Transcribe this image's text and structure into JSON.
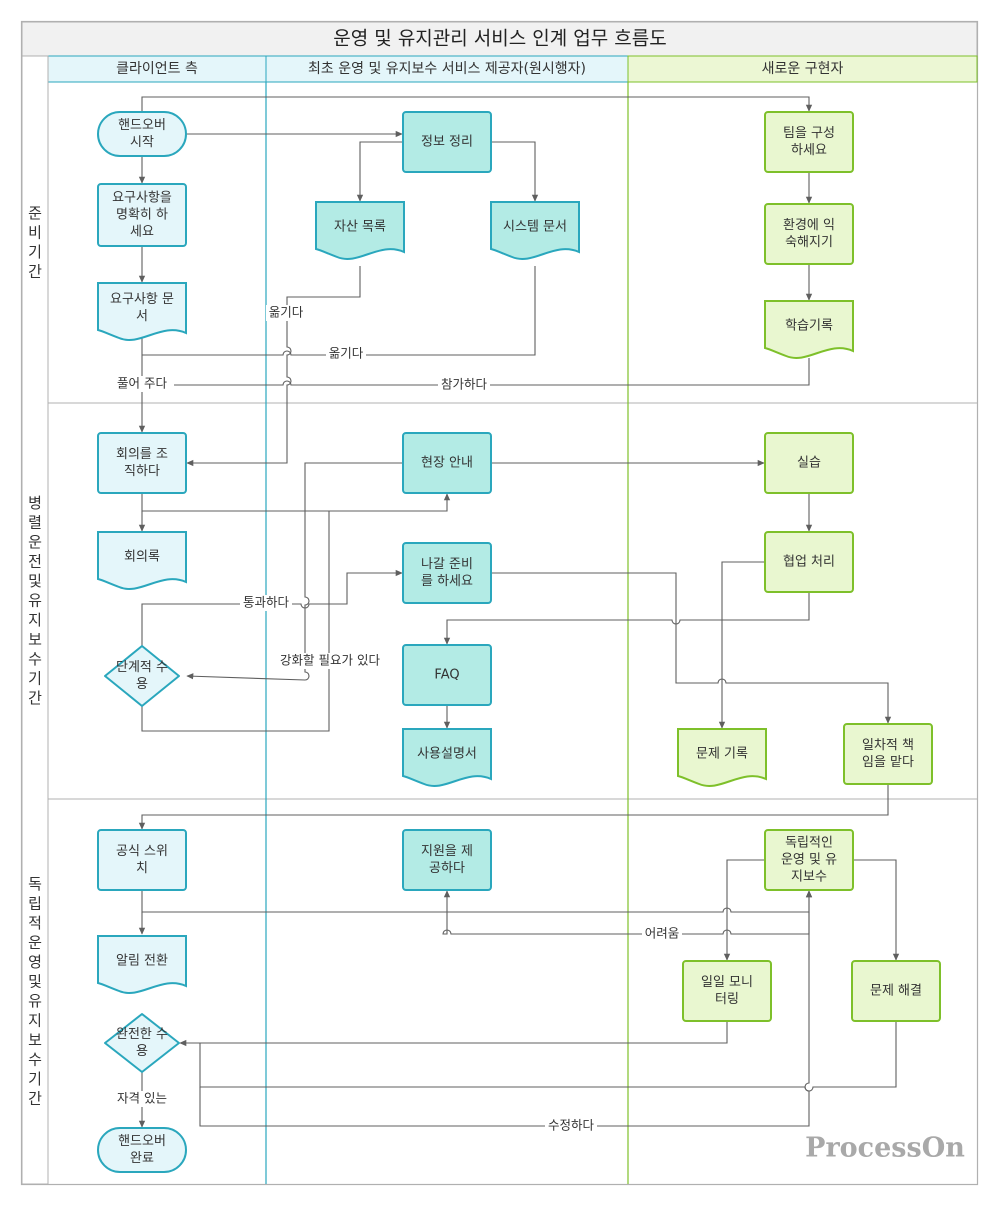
{
  "title": "운영 및 유지관리 서비스 인계 업무 흐름도",
  "lanes": [
    {
      "id": "client",
      "label": "클라이언트 측"
    },
    {
      "id": "provider",
      "label": "최초 운영 및 유지보수 서비스 제공자(원시행자)"
    },
    {
      "id": "newimpl",
      "label": "새로운 구현자"
    }
  ],
  "phases": [
    {
      "id": "prep",
      "label": "준비기간"
    },
    {
      "id": "parallel",
      "label": "병렬운전및유지보수기간"
    },
    {
      "id": "independent",
      "label": "독립적운영및유지보수기간"
    }
  ],
  "colors": {
    "client_fill": "#e4f6fa",
    "client_stroke": "#2aa7bd",
    "client_header": "#e4f6fa",
    "provider_fill": "#b3ebe5",
    "provider_stroke": "#2aa7bd",
    "newimpl_fill": "#e9f7d0",
    "newimpl_stroke": "#7ec02a",
    "newimpl_header": "#ecf7d4",
    "grid": "#b0b0b0",
    "edge": "#5f5f5f"
  },
  "nodes": {
    "n_handover_start": "핸드오버\n시작",
    "n_req_clarify": "요구사항을\n명확히 하\n세요",
    "n_req_doc": "요구사항 문\n서",
    "n_meeting": "회의를 조\n직하다",
    "n_minutes": "회의록",
    "n_stage_accept": "단계적 수\n용",
    "n_official_switch": "공식 스위\n치",
    "n_notice": "알림 전환",
    "n_full_accept": "완전한 수\n용",
    "n_handover_end": "핸드오버\n완료",
    "n_info": "정보 정리",
    "n_asset": "자산 목록",
    "n_sysdoc": "시스템 문서",
    "n_site": "현장 안내",
    "n_exit_prep": "나갈 준비\n를 하세요",
    "n_faq": "FAQ",
    "n_manual": "사용설명서",
    "n_support": "지원을 제\n공하다",
    "n_team": "팀을 구성\n하세요",
    "n_env": "환경에 익\n숙해지기",
    "n_study": "학습기록",
    "n_practice": "실습",
    "n_coop": "협업 처리",
    "n_issue_rec": "문제 기록",
    "n_primary": "일차적 책\n임을 맡다",
    "n_indep": "독립적인\n운영 및 유\n지보수",
    "n_daily": "일일 모니\n터링",
    "n_solve": "문제 해결"
  },
  "edge_labels": {
    "move1": "옮기다",
    "move2": "옮기다",
    "explain": "풀어 주다",
    "join": "참가하다",
    "pass": "통과하다",
    "strengthen": "강화할 필요가 있다",
    "difficulty": "어려움",
    "qualified": "자격 있는",
    "modify": "수정하다"
  },
  "watermark": "ProcessOn"
}
